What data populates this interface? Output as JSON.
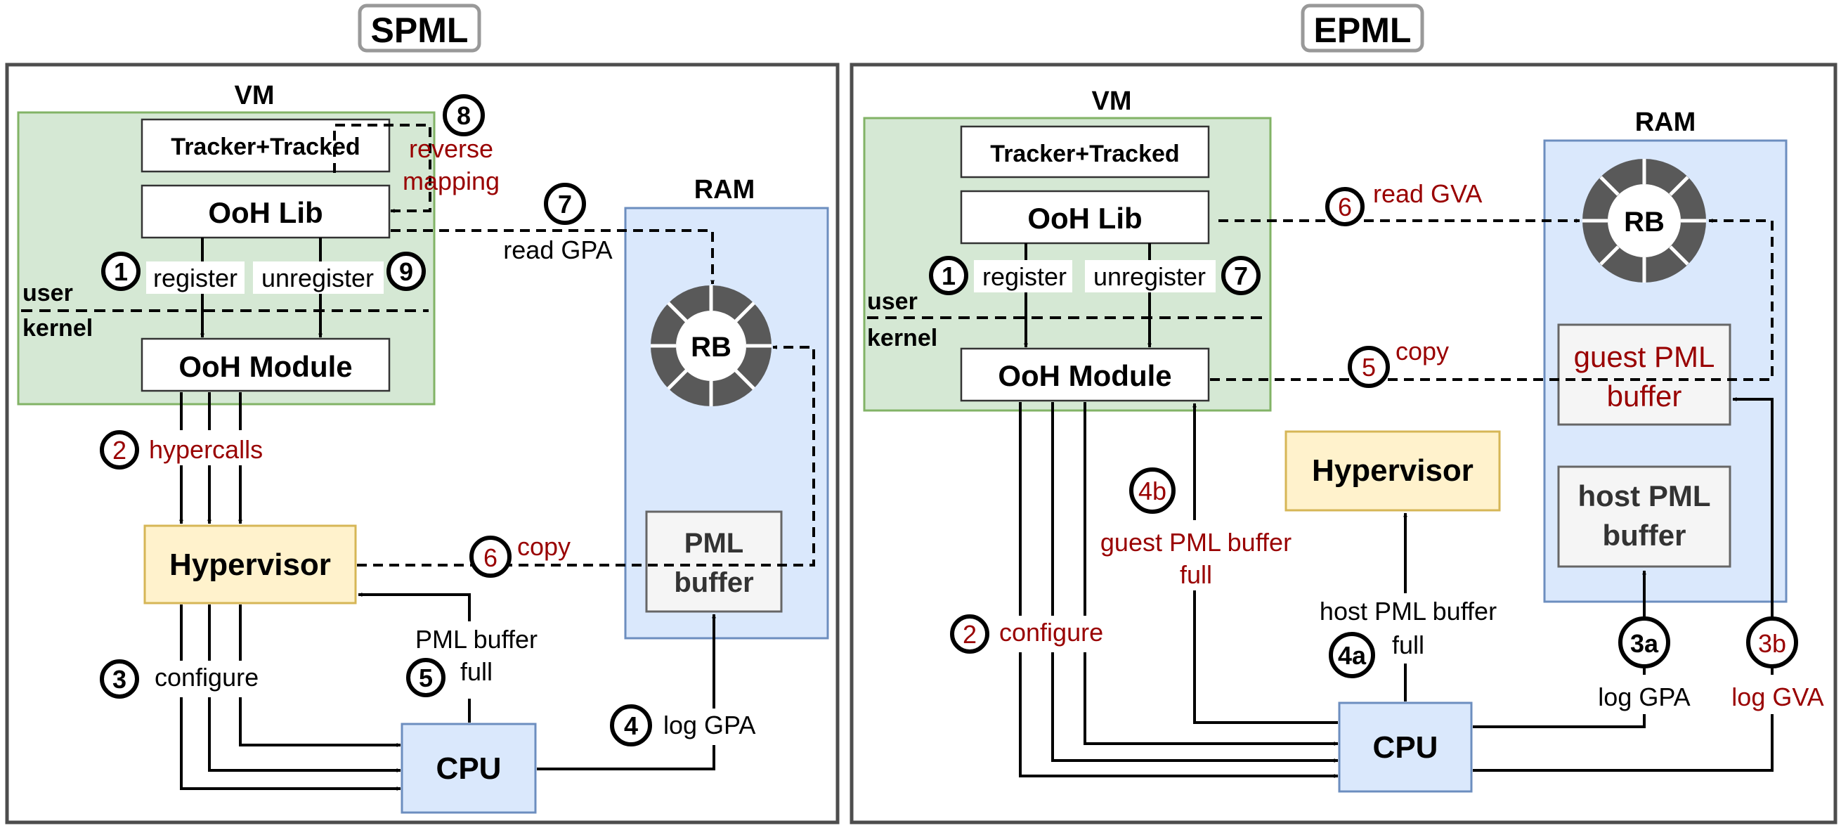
{
  "panels": {
    "spml": {
      "title": "SPML",
      "vm_label": "VM",
      "ram_label": "RAM",
      "tracker": "Tracker+Tracked",
      "ooh_lib": "OoH Lib",
      "ooh_module": "OoH Module",
      "hypervisor": "Hypervisor",
      "cpu": "CPU",
      "rb": "RB",
      "pml_buffer_1": "PML",
      "pml_buffer_2": "buffer",
      "user": "user",
      "kernel": "kernel",
      "steps": {
        "s1": {
          "num": "1",
          "label": "register"
        },
        "s9": {
          "num": "9",
          "label": "unregister"
        },
        "s2": {
          "num": "2",
          "label": "hypercalls"
        },
        "s3": {
          "num": "3",
          "label": "configure"
        },
        "s4": {
          "num": "4",
          "label": "log GPA"
        },
        "s5": {
          "num": "5",
          "label_1": "PML buffer",
          "label_2": "full"
        },
        "s6": {
          "num": "6",
          "label": "copy"
        },
        "s7": {
          "num": "7",
          "label": "read GPA"
        },
        "s8": {
          "num": "8",
          "label_1": "reverse",
          "label_2": "mapping"
        }
      }
    },
    "epml": {
      "title": "EPML",
      "vm_label": "VM",
      "ram_label": "RAM",
      "tracker": "Tracker+Tracked",
      "ooh_lib": "OoH Lib",
      "ooh_module": "OoH Module",
      "hypervisor": "Hypervisor",
      "cpu": "CPU",
      "rb": "RB",
      "guest_pml_1": "guest PML",
      "guest_pml_2": "buffer",
      "host_pml_1": "host PML",
      "host_pml_2": "buffer",
      "user": "user",
      "kernel": "kernel",
      "steps": {
        "s1": {
          "num": "1",
          "label": "register"
        },
        "s7": {
          "num": "7",
          "label": "unregister"
        },
        "s2": {
          "num": "2",
          "label": "configure"
        },
        "s3a": {
          "num": "3a",
          "label": "log GPA"
        },
        "s3b": {
          "num": "3b",
          "label": "log GVA"
        },
        "s4a": {
          "num": "4a",
          "label_1": "host PML buffer",
          "label_2": "full"
        },
        "s4b": {
          "num": "4b",
          "label_1": "guest PML buffer",
          "label_2": "full"
        },
        "s5": {
          "num": "5",
          "label": "copy"
        },
        "s6": {
          "num": "6",
          "label": "read GVA"
        }
      }
    }
  },
  "colors": {
    "vm_fill": "#d5e8d4",
    "vm_stroke": "#82b366",
    "ram_fill": "#dae8fc",
    "ram_stroke": "#6c8ebf",
    "hv_fill": "#fff2cc",
    "hv_stroke": "#d6b656",
    "red_text": "#990000",
    "rb_dark": "#595959"
  }
}
